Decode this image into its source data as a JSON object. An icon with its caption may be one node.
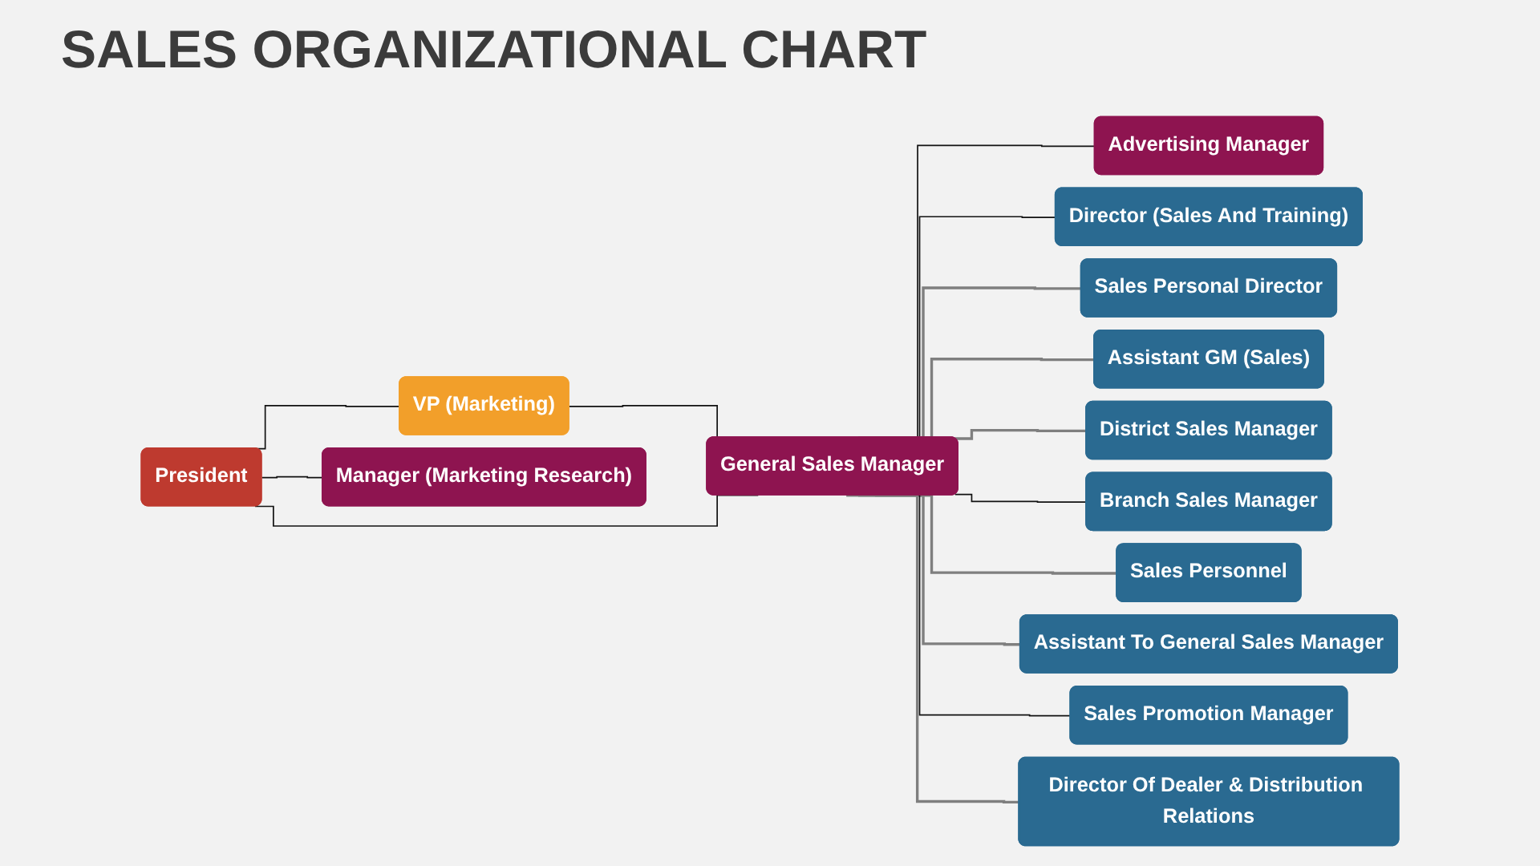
{
  "diagram": {
    "title": "SALES ORGANIZATIONAL CHART",
    "nodes": [
      {
        "text": [
          "President"
        ]
      },
      {
        "text": [
          "VP (Marketing)"
        ]
      },
      {
        "text": [
          "Advertising Manager"
        ]
      },
      {
        "text": [
          "General Sales Manager"
        ]
      },
      {
        "text": [
          "Manager (Marketing Research)"
        ]
      },
      {
        "text": [
          "Director (Sales And Training)"
        ]
      },
      {
        "text": [
          "Sales Personal Director"
        ]
      },
      {
        "text": [
          "Assistant GM (Sales)"
        ]
      },
      {
        "text": [
          "District Sales Manager"
        ]
      },
      {
        "text": [
          "Branch Sales Manager"
        ]
      },
      {
        "text": [
          "Sales Personnel"
        ]
      },
      {
        "text": [
          "Assistant To General Sales Manager"
        ]
      },
      {
        "text": [
          "Sales Promotion Manager"
        ]
      },
      {
        "text": [
          "Director Of Dealer & Distribution Relations"
        ]
      }
    ],
    "edges": [
      {
        "from": 0,
        "to": 1,
        "arrow": "none"
      },
      {
        "from": 1,
        "to": 3,
        "arrow": "none"
      },
      {
        "from": 0,
        "to": 3,
        "arrow": "none"
      },
      {
        "from": 0,
        "to": 4,
        "arrow": "none"
      },
      {
        "from": 3,
        "to": 2,
        "arrow": "none"
      },
      {
        "from": 3,
        "to": 5,
        "arrow": "none"
      },
      {
        "from": 3,
        "to": 6,
        "arrow": "none",
        "color": "#7f7f7f"
      },
      {
        "from": 3,
        "to": 7,
        "arrow": "none",
        "color": "#7f7f7f"
      },
      {
        "from": 3,
        "to": 8,
        "arrow": "none",
        "color": "#7f7f7f"
      },
      {
        "from": 3,
        "to": 9,
        "arrow": "none"
      },
      {
        "from": 3,
        "to": 10,
        "arrow": "none",
        "color": "#7f7f7f"
      },
      {
        "from": 3,
        "to": 11,
        "arrow": "none",
        "color": "#7f7f7f"
      },
      {
        "from": 3,
        "to": 12,
        "arrow": "none"
      },
      {
        "from": 3,
        "to": 13,
        "arrow": "none",
        "color": "#7f7f7f"
      }
    ]
  }
}
